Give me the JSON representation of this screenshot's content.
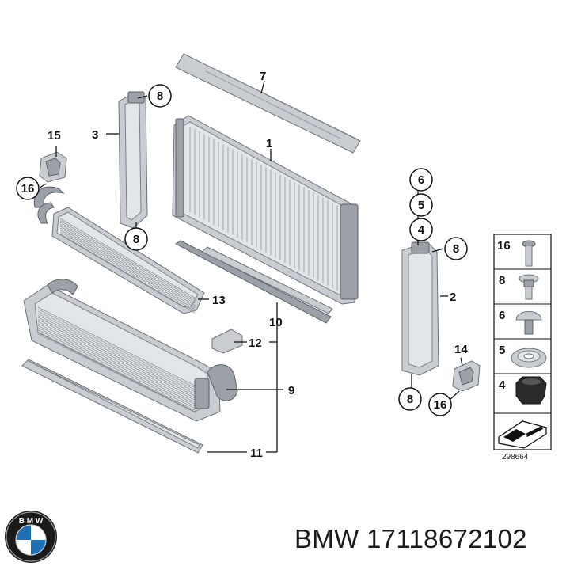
{
  "callouts": {
    "c1": "1",
    "c2": "2",
    "c3": "3",
    "c4": "4",
    "c5": "5",
    "c6": "6",
    "c7": "7",
    "c8a": "8",
    "c8b": "8",
    "c8c": "8",
    "c8d": "8",
    "c9": "9",
    "c10": "10",
    "c11": "11",
    "c12": "12",
    "c13": "13",
    "c14": "14",
    "c15": "15",
    "c16a": "16",
    "c16b": "16"
  },
  "legend": {
    "rows": [
      {
        "number": "16",
        "icon": "bolt-icon"
      },
      {
        "number": "8",
        "icon": "flange-screw-icon"
      },
      {
        "number": "6",
        "icon": "round-head-stud-icon"
      },
      {
        "number": "5",
        "icon": "spring-nut-icon"
      },
      {
        "number": "4",
        "icon": "rubber-mount-icon"
      }
    ],
    "footer_icon": "parts-pack-icon",
    "ref_number": "298664"
  },
  "footer": {
    "brand_part": "BMW 17118672102",
    "logo_icon": "bmw-roundel-icon"
  },
  "colors": {
    "line": "#111111",
    "part_fill": "#c9cdd1",
    "logo_blue": "#1f6fb5"
  }
}
